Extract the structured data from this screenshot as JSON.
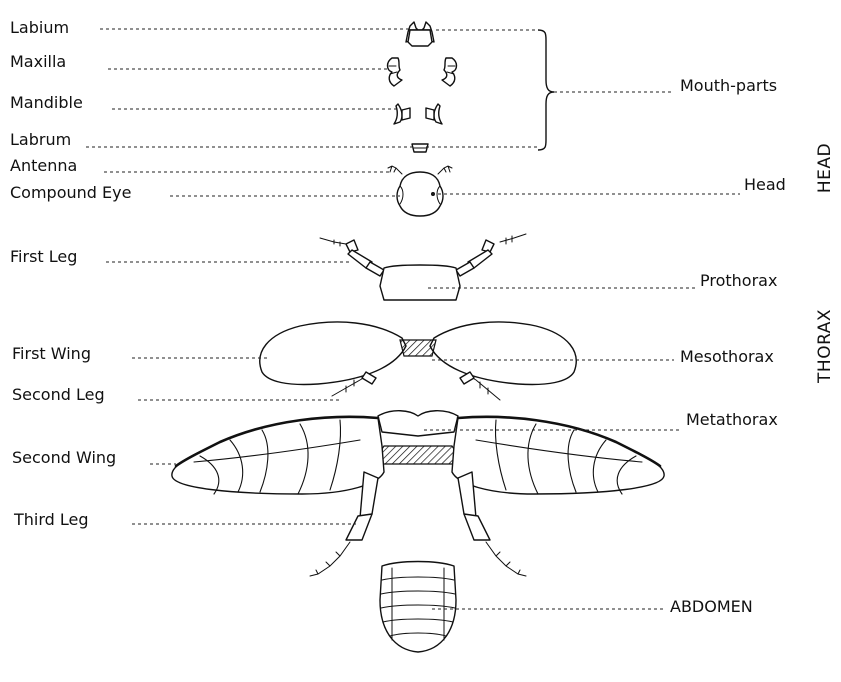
{
  "labels_left": {
    "labium": "Labium",
    "maxilla": "Maxilla",
    "mandible": "Mandible",
    "labrum": "Labrum",
    "antenna": "Antenna",
    "compound_eye": "Compound Eye",
    "first_leg": "First Leg",
    "first_wing": "First Wing",
    "second_leg": "Second Leg",
    "second_wing": "Second Wing",
    "third_leg": "Third Leg"
  },
  "labels_right": {
    "mouth_parts": "Mouth-parts",
    "head": "Head",
    "prothorax": "Prothorax",
    "mesothorax": "Mesothorax",
    "metathorax": "Metathorax",
    "abdomen": "ABDOMEN"
  },
  "sections": {
    "head": "HEAD",
    "thorax": "THORAX"
  }
}
